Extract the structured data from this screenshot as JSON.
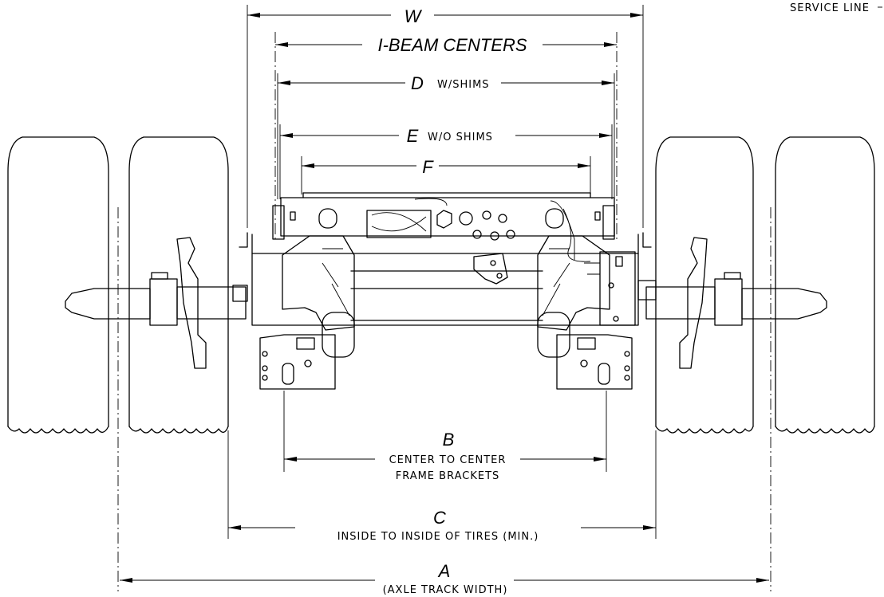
{
  "corner_note": "SERVICE LINE",
  "dimensions": {
    "W": {
      "letter": "W",
      "text": ""
    },
    "IBEAM": {
      "letter": "",
      "text": "I-BEAM CENTERS"
    },
    "D": {
      "letter": "D",
      "text": "W/SHIMS"
    },
    "E": {
      "letter": "E",
      "text": "W/O SHIMS"
    },
    "F": {
      "letter": "F",
      "text": ""
    },
    "B": {
      "letter": "B",
      "line1": "CENTER TO CENTER",
      "line2": "FRAME BRACKETS"
    },
    "C": {
      "letter": "C",
      "text": "INSIDE TO INSIDE OF TIRES (MIN.)"
    },
    "A": {
      "letter": "A",
      "text": "(AXLE TRACK WIDTH)"
    }
  }
}
